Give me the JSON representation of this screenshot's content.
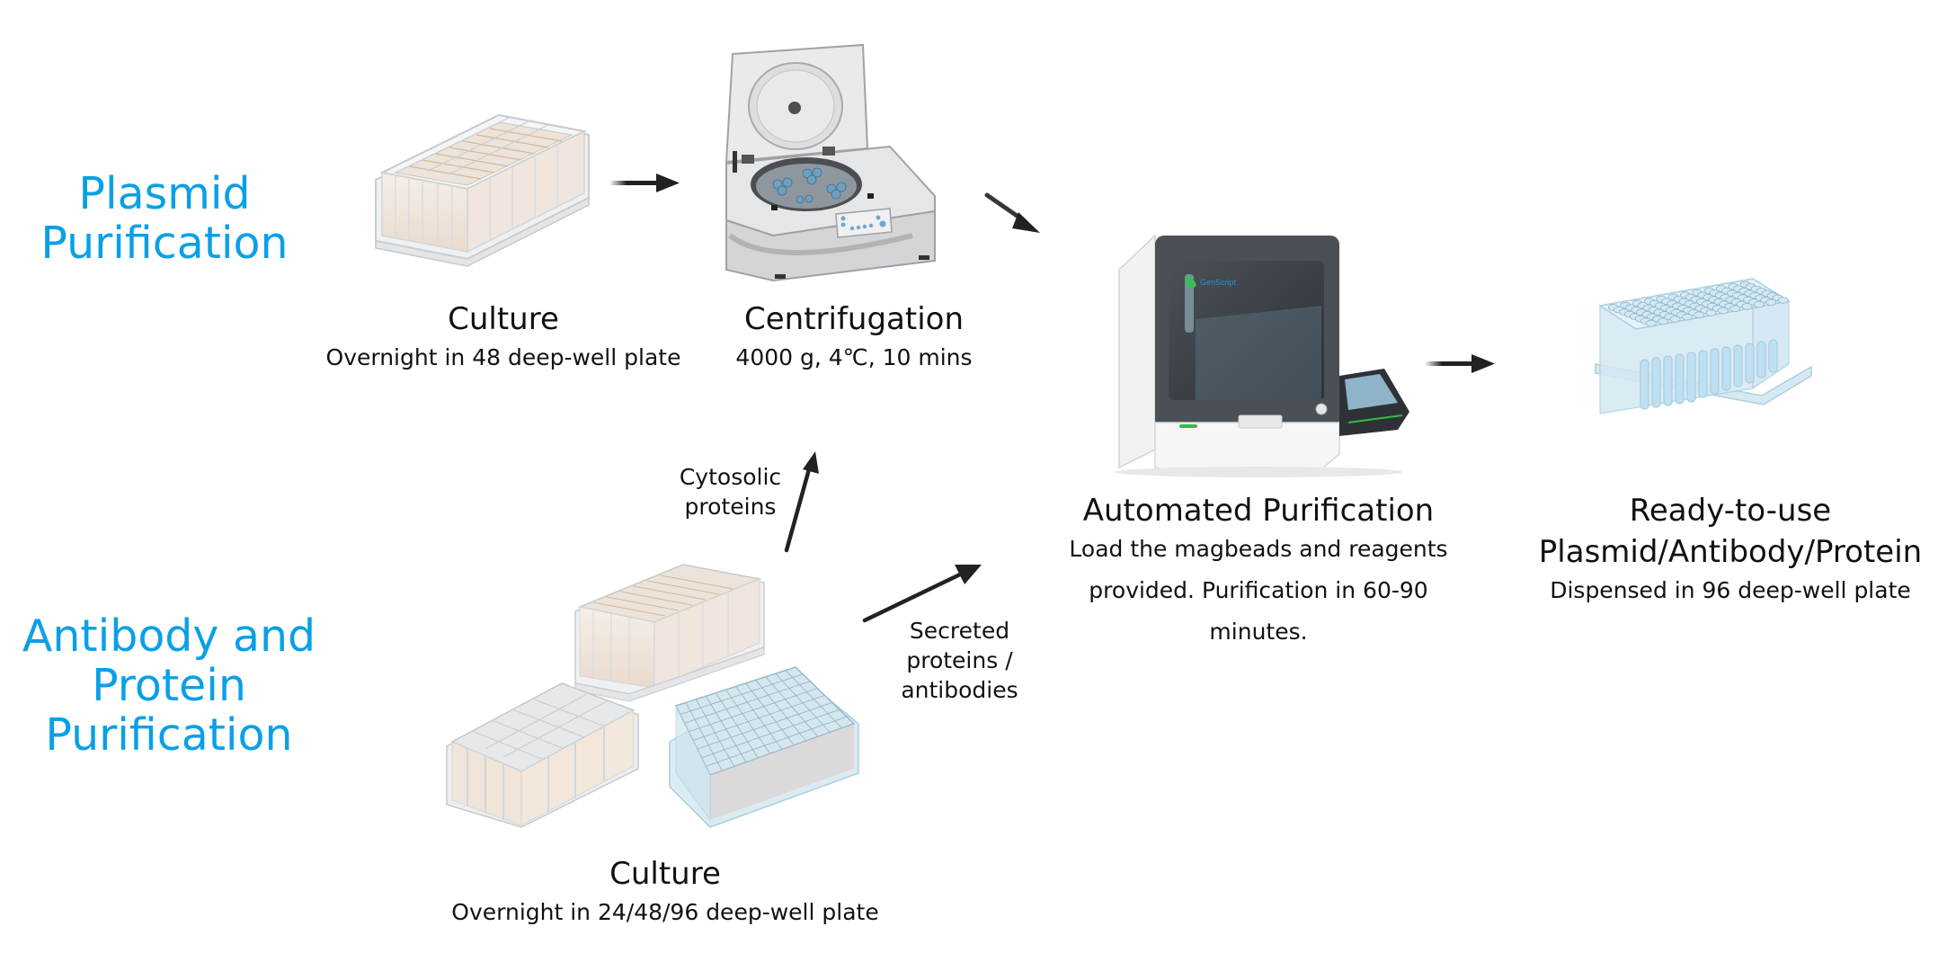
{
  "sections": {
    "plasmid": {
      "title_line1": "Plasmid",
      "title_line2": "Purification"
    },
    "antibody_protein": {
      "title_line1": "Antibody and",
      "title_line2": "Protein",
      "title_line3": "Purification"
    }
  },
  "steps": {
    "plasmid_culture": {
      "title": "Culture",
      "subtitle": "Overnight in 48 deep-well plate"
    },
    "centrifugation": {
      "title": "Centrifugation",
      "subtitle": "4000 g, 4℃, 10 mins"
    },
    "automated_purification": {
      "title": "Automated Purification",
      "subtitle_line1": "Load the magbeads and reagents",
      "subtitle_line2": "provided. Purification in 60-90",
      "subtitle_line3": "minutes."
    },
    "ready_to_use": {
      "title_line1": "Ready-to-use",
      "title_line2": "Plasmid/Antibody/Protein",
      "subtitle": "Dispensed in 96 deep-well plate"
    },
    "protein_culture": {
      "title": "Culture",
      "subtitle": "Overnight in 24/48/96 deep-well plate"
    }
  },
  "branches": {
    "cytosolic": {
      "line1": "Cytosolic",
      "line2": "proteins"
    },
    "secreted": {
      "line1": "Secreted",
      "line2": "proteins /",
      "line3": "antibodies"
    }
  },
  "instrument": {
    "brand": "GenScript"
  },
  "colors": {
    "section_title": "#0AA0E6",
    "arrow": "#222222",
    "instrument_accent": "#2DBE4B",
    "plate_culture": "#F3E3D3",
    "plate_product": "#CFE6F2"
  }
}
